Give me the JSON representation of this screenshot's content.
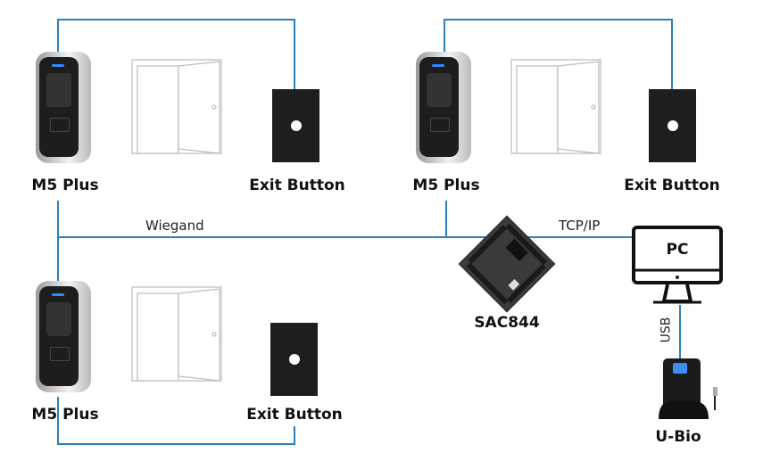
{
  "devices": {
    "reader_label": "M5 Plus",
    "exit_label": "Exit Button",
    "controller_label": "SAC844",
    "pc_label": "PC",
    "enroller_label": "U-Bio"
  },
  "connections": {
    "wiegand": "Wiegand",
    "tcpip": "TCP/IP",
    "usb": "USB"
  },
  "colors": {
    "wire": "#2a7fc1"
  }
}
